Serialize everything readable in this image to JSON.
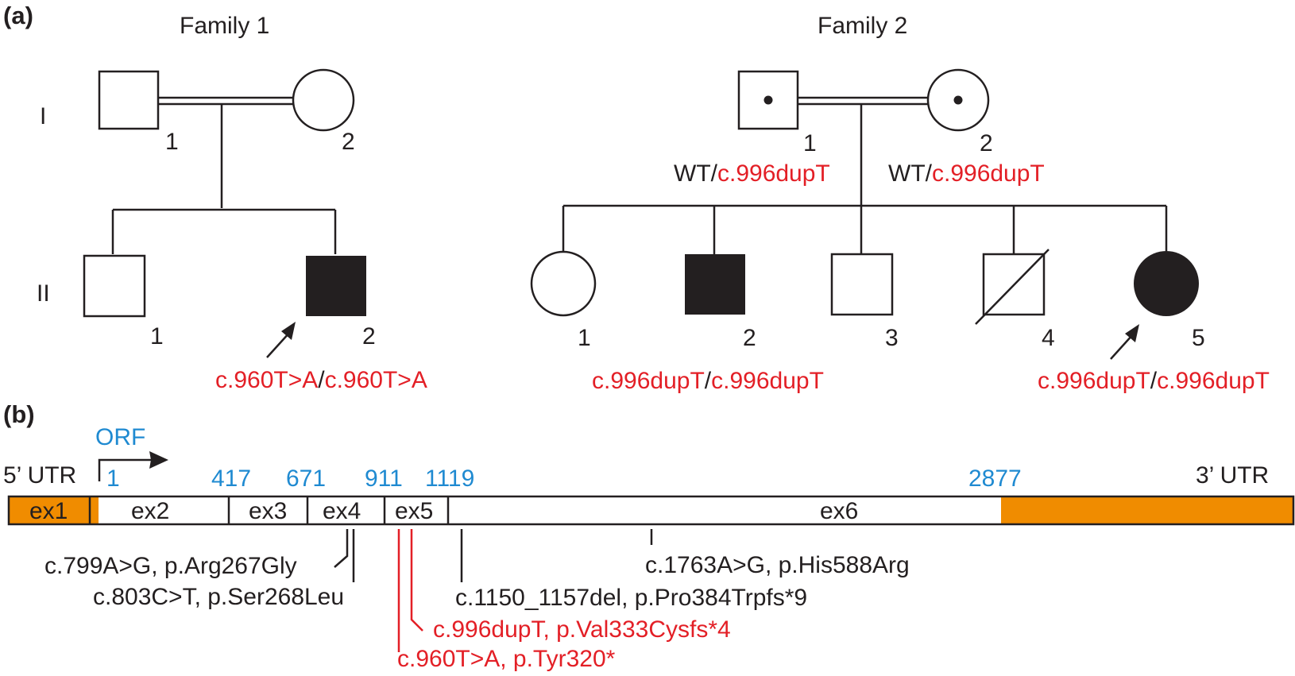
{
  "panel_a": {
    "label": "(a)",
    "family1": {
      "title": "Family 1",
      "gen_I": "I",
      "gen_II": "II",
      "I1": "1",
      "I2": "2",
      "II1": "1",
      "II2": "2",
      "genotype_II2": {
        "a": "c.960T>A",
        "sep": "/",
        "b": "c.960T>A"
      }
    },
    "family2": {
      "title": "Family 2",
      "I1": "1",
      "I2": "2",
      "geno_I1": {
        "wt": "WT/",
        "mut": "c.996dupT"
      },
      "geno_I2": {
        "wt": "WT/",
        "mut": "c.996dupT"
      },
      "II1": "1",
      "II2": "2",
      "II3": "3",
      "II4": "4",
      "II5": "5",
      "genotype_II2": {
        "a": "c.996dupT",
        "sep": "/",
        "b": "c.996dupT"
      },
      "genotype_II5": {
        "a": "c.996dupT",
        "sep": "/",
        "b": "c.996dupT"
      }
    }
  },
  "panel_b": {
    "label": "(b)",
    "orf": "ORF",
    "utr5": "5’ UTR",
    "utr3": "3’ UTR",
    "positions": [
      "1",
      "417",
      "671",
      "911",
      "1119",
      "2877"
    ],
    "exons": [
      "ex1",
      "ex2",
      "ex3",
      "ex4",
      "ex5",
      "ex6"
    ],
    "variants_black": [
      "c.799A>G, p.Arg267Gly",
      "c.803C>T, p.Ser268Leu",
      "c.1150_1157del, p.Pro384Trpfs*9",
      "c.1763A>G, p.His588Arg"
    ],
    "variants_red": [
      "c.996dupT, p.Val333Cysfs*4",
      "c.960T>A, p.Tyr320*"
    ]
  },
  "colors": {
    "text": "#231f20",
    "mutation_red": "#e31f26",
    "position_blue": "#1f8ad1",
    "utr_orange": "#f08c00"
  }
}
